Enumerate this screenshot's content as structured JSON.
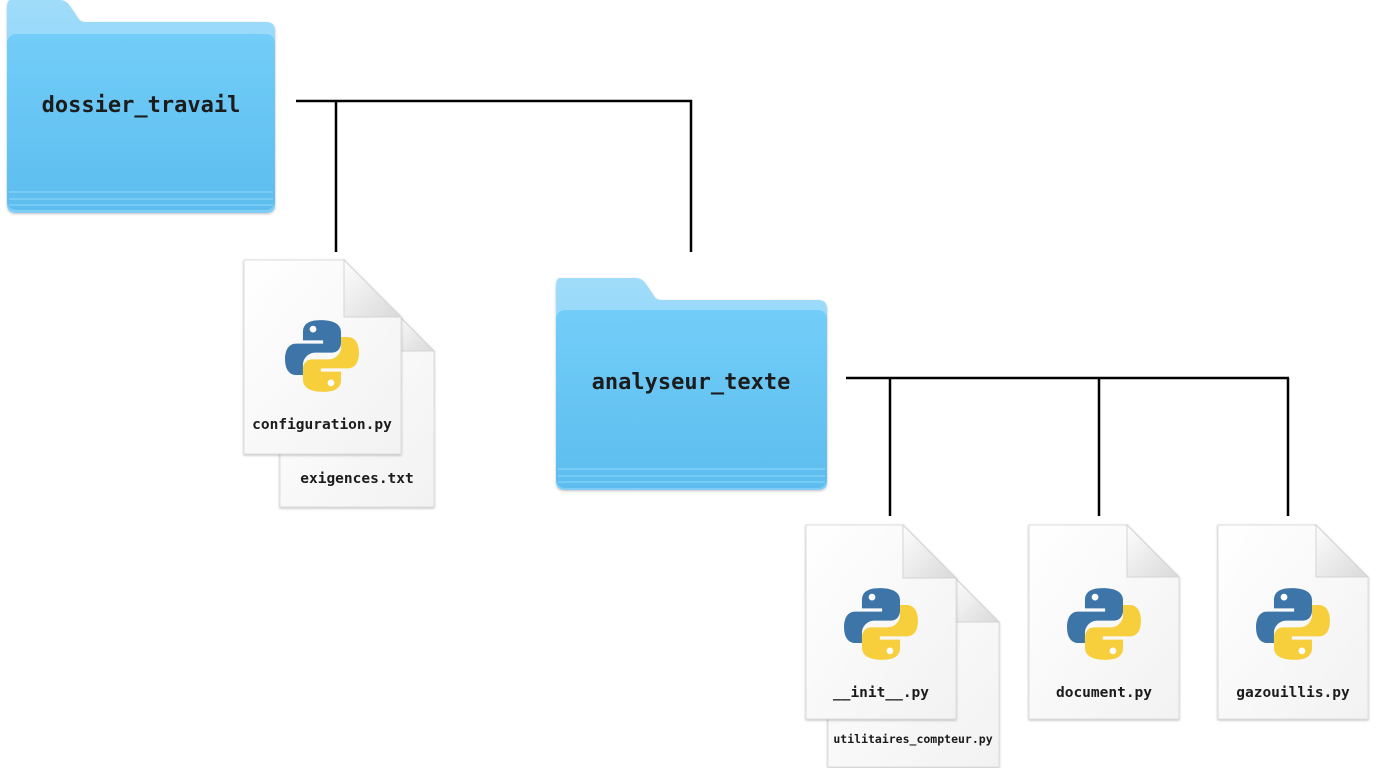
{
  "root_folder": {
    "label": "dossier_travail",
    "icon": "folder-icon"
  },
  "sub_folder": {
    "label": "analyseur_texte",
    "icon": "folder-icon"
  },
  "root_files": [
    {
      "label": "configuration.py",
      "icon": "python-file-icon"
    },
    {
      "label": "exigences.txt",
      "icon": "text-file-icon"
    }
  ],
  "sub_files": [
    {
      "label": "__init__.py",
      "icon": "python-file-icon"
    },
    {
      "label": "utilitaires_compteur.py",
      "icon": "python-file-icon"
    },
    {
      "label": "document.py",
      "icon": "python-file-icon"
    },
    {
      "label": "gazouillis.py",
      "icon": "python-file-icon"
    }
  ],
  "colors": {
    "folder_body": "#69c8f5",
    "folder_tab": "#8fd6f9",
    "python_blue": "#3c75a8",
    "python_yellow": "#f7cf3e",
    "connector": "#000000"
  }
}
